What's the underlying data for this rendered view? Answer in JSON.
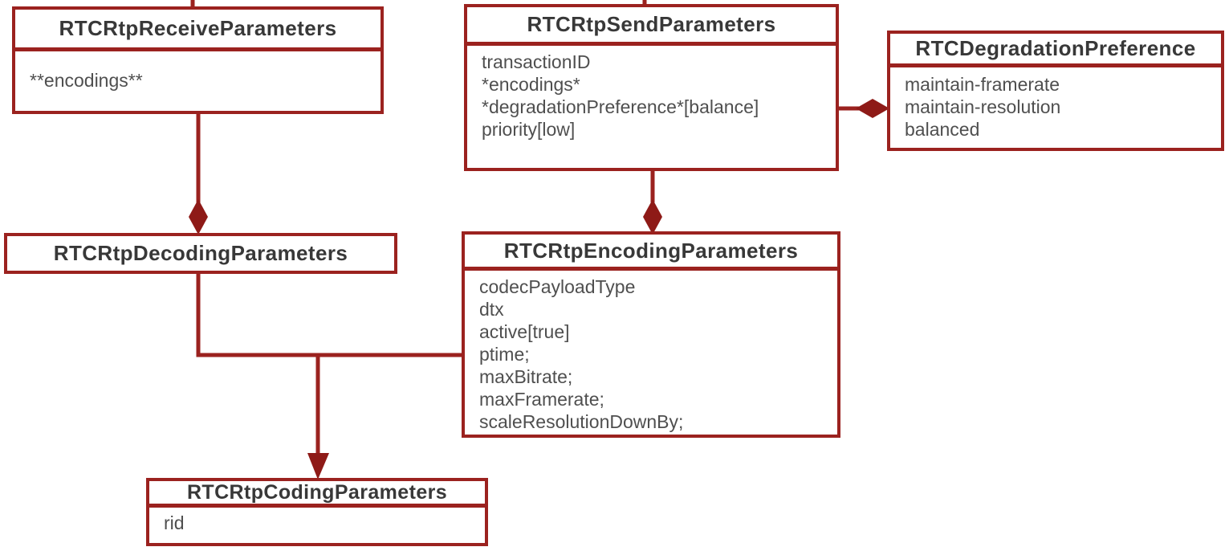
{
  "diagram": {
    "type": "uml-class-diagram",
    "topic": "WebRTC RTP parameter dictionaries",
    "colors": {
      "line": "#9b221f",
      "connector_fill": "#8e1a17",
      "title_text": "#383838",
      "member_text": "#4f4f4f",
      "background": "#ffffff"
    },
    "classes": {
      "receive": {
        "title": "RTCRtpReceiveParameters",
        "members": [
          "**encodings**"
        ]
      },
      "send": {
        "title": "RTCRtpSendParameters",
        "members": [
          "transactionID",
          "*encodings*",
          "*degradationPreference*[balance]",
          "priority[low]"
        ]
      },
      "degradation": {
        "title": "RTCDegradationPreference",
        "members": [
          "maintain-framerate",
          "maintain-resolution",
          "balanced"
        ]
      },
      "decoding": {
        "title": "RTCRtpDecodingParameters",
        "members": []
      },
      "encoding": {
        "title": "RTCRtpEncodingParameters",
        "members": [
          "codecPayloadType",
          "dtx",
          "active[true]",
          "ptime;",
          "maxBitrate;",
          "maxFramerate;",
          "scaleResolutionDownBy;"
        ]
      },
      "coding": {
        "title": "RTCRtpCodingParameters",
        "members": [
          "rid"
        ]
      }
    },
    "relations": [
      {
        "from": "RTCRtpReceiveParameters",
        "to": "RTCRtpDecodingParameters",
        "style": "filled-diamond"
      },
      {
        "from": "RTCRtpSendParameters",
        "to": "RTCRtpEncodingParameters",
        "style": "filled-diamond"
      },
      {
        "from": "RTCRtpSendParameters",
        "to": "RTCDegradationPreference",
        "style": "filled-diamond"
      },
      {
        "from": "RTCRtpDecodingParameters + RTCRtpEncodingParameters",
        "to": "RTCRtpCodingParameters",
        "style": "filled-arrow"
      }
    ]
  }
}
